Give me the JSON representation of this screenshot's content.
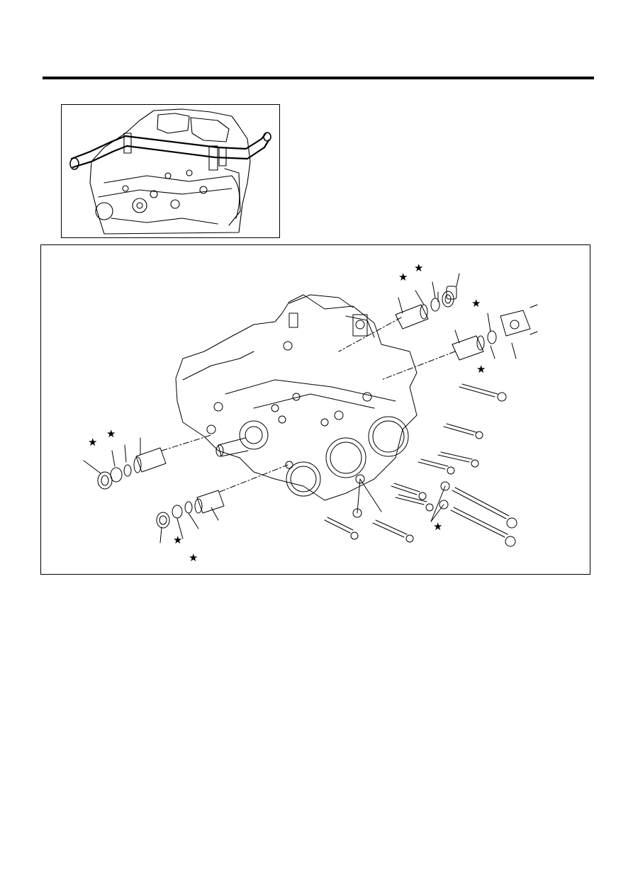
{
  "page": {
    "header_rule": "solid black rule",
    "figures": [
      {
        "name": "engine-overview-illustration",
        "description_visible": false
      },
      {
        "name": "cylinder-block-exploded-view",
        "markers": "★"
      }
    ]
  },
  "colors": {
    "ink": "#000000",
    "paper": "#ffffff"
  },
  "icons": [
    "star-icon"
  ],
  "star_glyph": "★"
}
